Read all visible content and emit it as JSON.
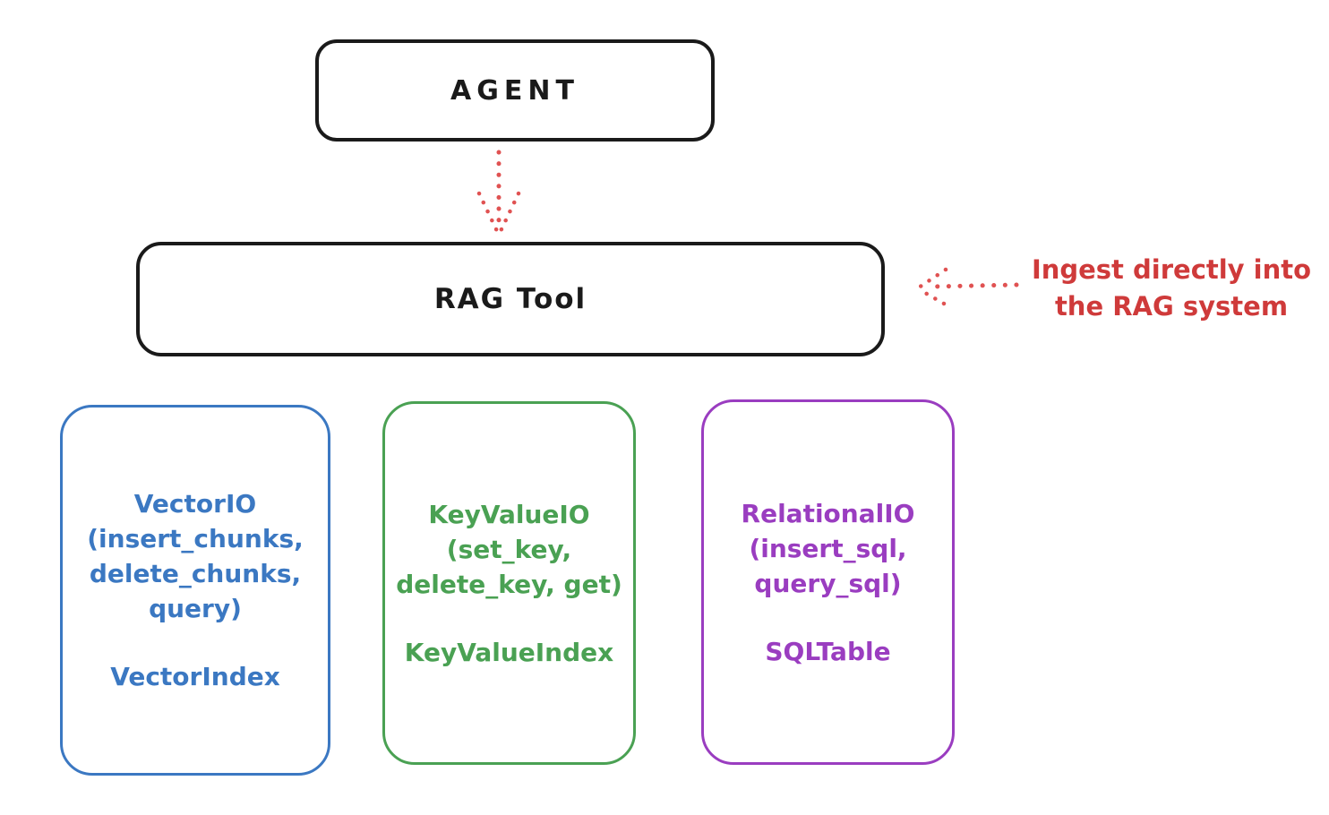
{
  "colors": {
    "ink": "#1a1a1a",
    "arrow_red": "#e05252",
    "annotation_red": "#cf3a3a",
    "vector_blue": "#3b78c2",
    "keyvalue_green": "#4aa153",
    "relational_purple": "#9a3dc0"
  },
  "agent": {
    "label": "AGENT"
  },
  "rag": {
    "label": "RAG Tool"
  },
  "annotation": {
    "line1": "Ingest directly into",
    "line2": "the RAG system"
  },
  "nodes": {
    "vector": {
      "title": "VectorIO",
      "method_lines": [
        "(insert_chunks,",
        "delete_chunks,",
        "query)"
      ],
      "index_label": "VectorIndex"
    },
    "keyvalue": {
      "title": "KeyValueIO",
      "method_lines": [
        "(set_key,",
        "delete_key, get)"
      ],
      "index_label": "KeyValueIndex"
    },
    "relational": {
      "title": "RelationalIO",
      "method_lines": [
        "(insert_sql,",
        "query_sql)"
      ],
      "index_label": "SQLTable"
    }
  }
}
